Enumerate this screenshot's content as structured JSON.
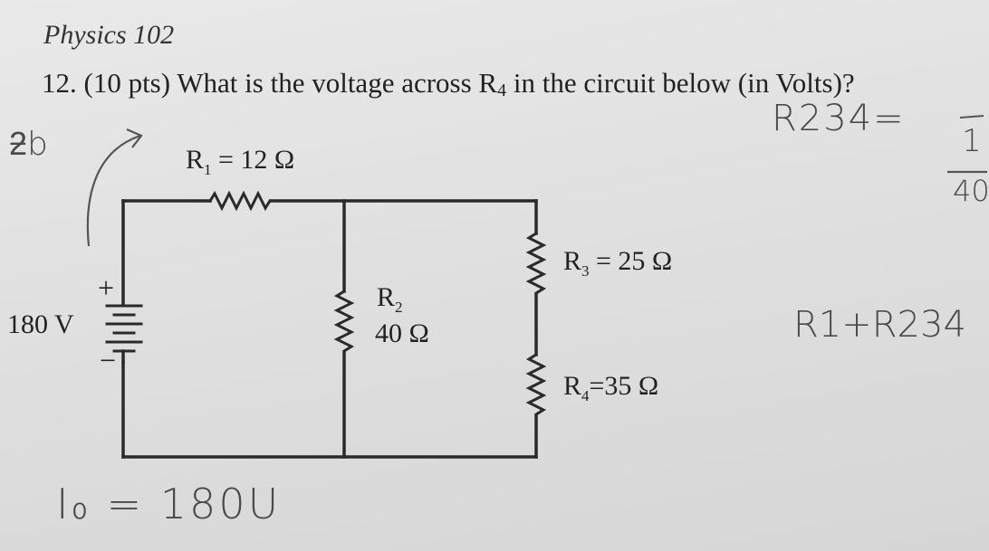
{
  "document": {
    "course": "Physics 102",
    "question": {
      "number": "12.",
      "points": "(10 pts)",
      "text_before": "What is the voltage across R",
      "subscript": "4",
      "text_after": " in the circuit below (in Volts)?"
    }
  },
  "circuit": {
    "source": {
      "value": "180 V",
      "plus": "+",
      "minus": "−"
    },
    "r1": {
      "name": "R",
      "sub": "1",
      "value": " = 12 Ω"
    },
    "r2": {
      "name": "R",
      "sub": "2",
      "value": "40 Ω"
    },
    "r3": {
      "name": "R",
      "sub": "3",
      "value": " = 25 Ω"
    },
    "r4": {
      "name": "R",
      "sub": "4",
      "value": "=35 Ω"
    }
  },
  "handwriting": {
    "top_left": "ƻb",
    "r234": "R234=",
    "fraction_num": "1",
    "fraction_den": "40",
    "sum": "R1+R234",
    "current": "I₀ = 180U"
  }
}
